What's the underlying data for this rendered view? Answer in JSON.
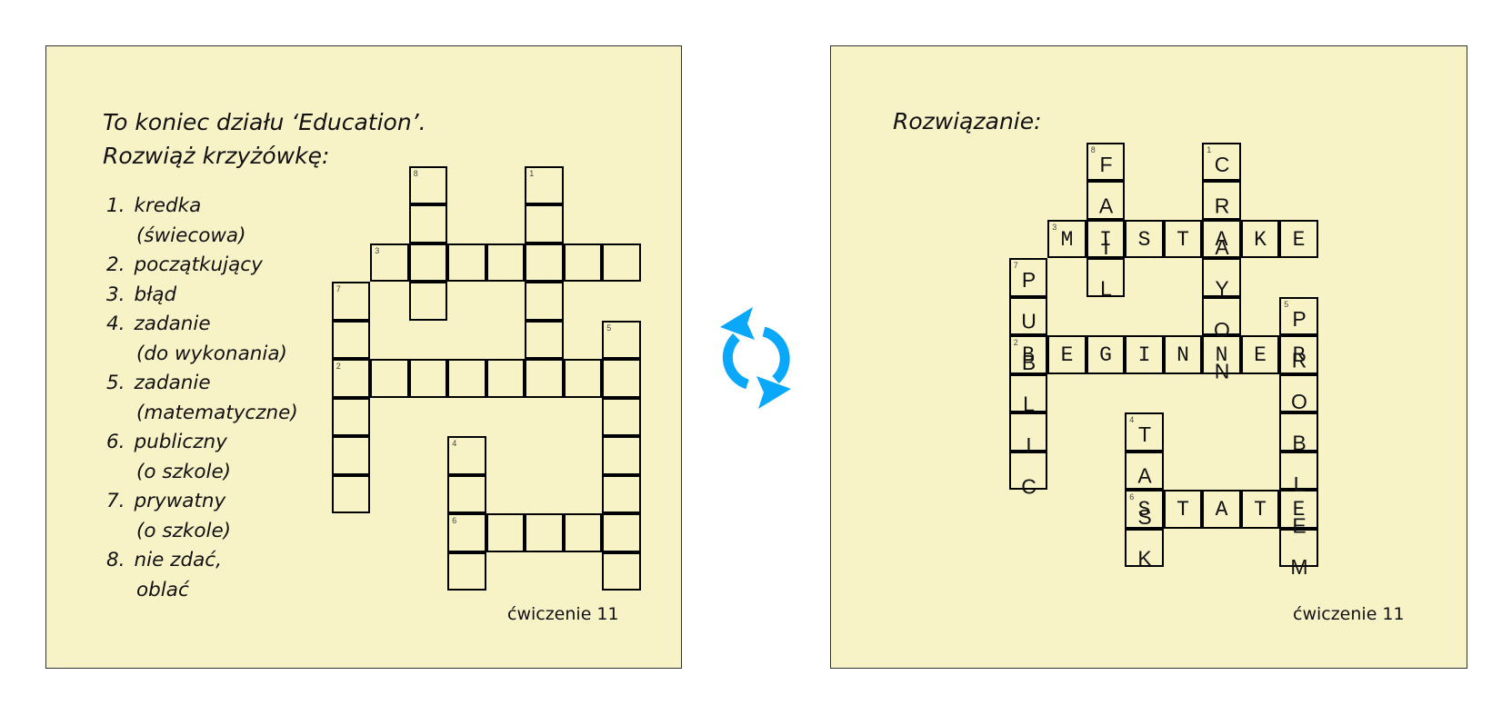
{
  "exercise_panel": {
    "title_line1": "To koniec działu ‘Education’.",
    "title_line2": "Rozwiąż krzyżówkę:",
    "clues": [
      {
        "number": "1.",
        "text": "kredka",
        "sub": "(świecowa)"
      },
      {
        "number": "2.",
        "text": "początkujący",
        "sub": ""
      },
      {
        "number": "3.",
        "text": "błąd",
        "sub": ""
      },
      {
        "number": "4.",
        "text": "zadanie",
        "sub": "(do wykonania)"
      },
      {
        "number": "5.",
        "text": "zadanie",
        "sub": "(matematyczne)"
      },
      {
        "number": "6.",
        "text": "publiczny",
        "sub": "(o szkole)"
      },
      {
        "number": "7.",
        "text": "prywatny",
        "sub": "(o szkole)"
      },
      {
        "number": "8.",
        "text": "nie zdać,",
        "sub": "oblać"
      }
    ],
    "footer": "ćwiczenie 11"
  },
  "solution_panel": {
    "title": "Rozwiązanie:",
    "footer": "ćwiczenie 11"
  },
  "crossword": {
    "words": [
      {
        "number": "1",
        "answer": "CRAYON"
      },
      {
        "number": "2",
        "answer": "BEGINNER"
      },
      {
        "number": "3",
        "answer": "MISTAKE"
      },
      {
        "number": "4",
        "answer": "TASK"
      },
      {
        "number": "5",
        "answer": "PROBLEM"
      },
      {
        "number": "6",
        "answer": "STATE"
      },
      {
        "number": "7",
        "answer": "PUBLIC"
      },
      {
        "number": "8",
        "answer": "FAIL"
      }
    ]
  },
  "icons": {
    "swap": "refresh-icon"
  },
  "colors": {
    "panel_bg": "#f8f3c7",
    "icon": "#0aa8fa"
  }
}
